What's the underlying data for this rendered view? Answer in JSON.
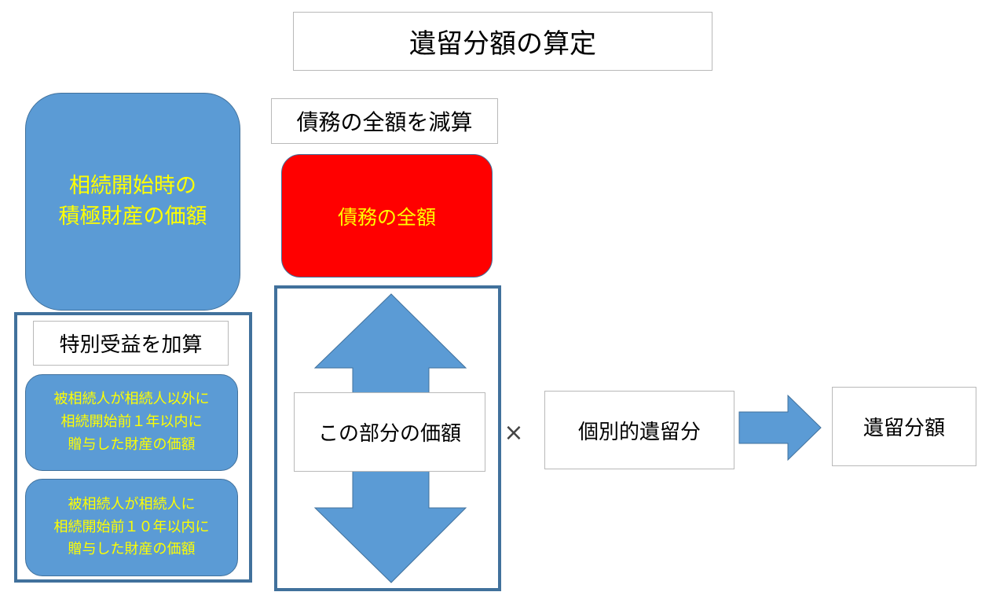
{
  "title": "遺留分額の算定",
  "positive_assets": {
    "line1": "相続開始時の",
    "line2": "積極財産の価額"
  },
  "special_benefit": {
    "label": "特別受益を加算",
    "gift_non_heir": {
      "line1": "被相続人が相続人以外に",
      "line2": "相続開始前１年以内に",
      "line3": "贈与した財産の価額"
    },
    "gift_heir": {
      "line1": "被相続人が相続人に",
      "line2": "相続開始前１０年以内に",
      "line3": "贈与した財産の価額"
    }
  },
  "debt": {
    "subtract_label": "債務の全額を減算",
    "total_label": "債務の全額"
  },
  "value_label": "この部分の価額",
  "operator": "×",
  "individual_reserve": "個別的遺留分",
  "result": "遺留分額",
  "colors": {
    "shape_blue": "#5b9bd5",
    "frame_blue": "#41719c",
    "debt_red": "#ff0000",
    "highlight_text": "#ffff00"
  }
}
